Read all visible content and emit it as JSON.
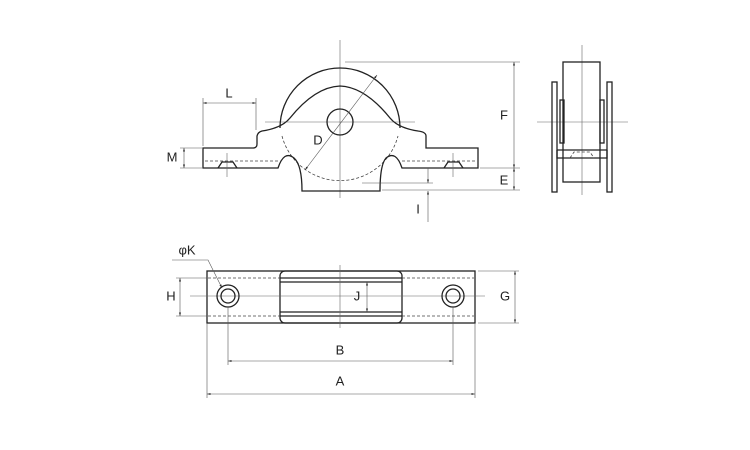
{
  "labels": {
    "L": "L",
    "M": "M",
    "D": "D",
    "F": "F",
    "E": "E",
    "I": "I",
    "K": "φK",
    "H": "H",
    "J": "J",
    "G": "G",
    "B": "B",
    "A": "A"
  }
}
